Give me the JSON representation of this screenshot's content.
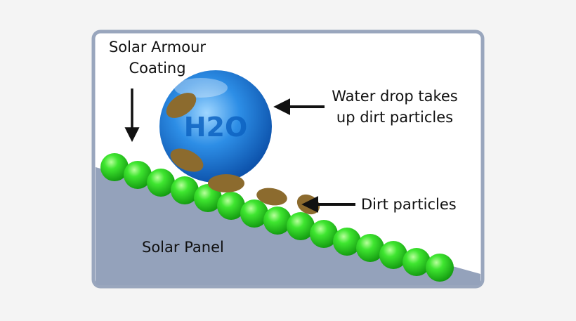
{
  "labels": {
    "coating_line1": "Solar Armour",
    "coating_line2": "Coating",
    "water_drop_line1": "Water drop takes",
    "water_drop_line2": "up dirt particles",
    "dirt_particles": "Dirt particles",
    "solar_panel": "Solar Panel",
    "droplet_text": "H2O"
  },
  "colors": {
    "frame": "#99a6bd",
    "panel": "#94a2bb",
    "bead": "#22cc1a",
    "droplet": "#1e7fd8",
    "dirt": "#8c6b2e",
    "arrow": "#111111"
  }
}
